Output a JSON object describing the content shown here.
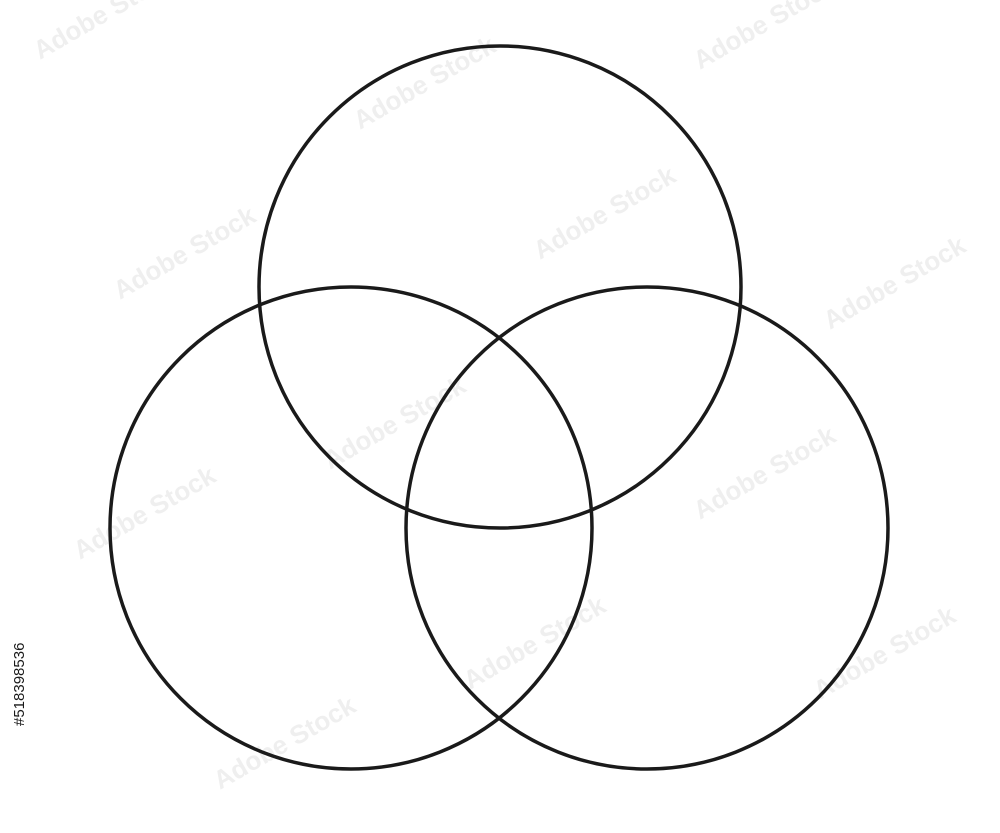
{
  "diagram": {
    "type": "venn",
    "sets": 3,
    "stroke_color": "#1a1a1a",
    "background_color": "#ffffff",
    "labels": []
  },
  "watermark": {
    "text": "Adobe Stock",
    "color": "#eeeeee"
  },
  "stock_id": "#518398536"
}
